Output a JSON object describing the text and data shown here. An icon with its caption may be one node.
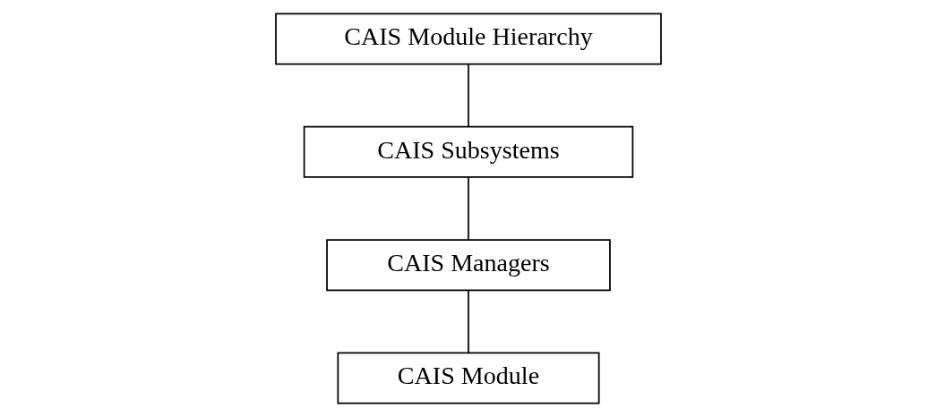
{
  "diagram": {
    "nodes": [
      {
        "text": [
          "CAIS Module Hierarchy"
        ]
      },
      {
        "text": [
          "CAIS Subsystems"
        ]
      },
      {
        "text": [
          "CAIS Managers"
        ]
      },
      {
        "text": [
          "CAIS Module"
        ]
      }
    ],
    "edges": [
      {
        "from": 0,
        "to": 1,
        "arrow": "none"
      },
      {
        "from": 1,
        "to": 2,
        "arrow": "none"
      },
      {
        "from": 2,
        "to": 3,
        "arrow": "none"
      }
    ]
  }
}
